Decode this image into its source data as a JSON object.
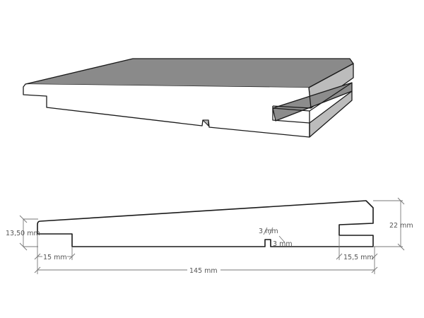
{
  "diagram": {
    "type": "technical drawing",
    "subject": "tongue-and-groove wooden board profile",
    "views": [
      "3d-perspective",
      "cross-section"
    ],
    "colors": {
      "outline": "#1a1a1a",
      "top_face": "#8a8a8a",
      "bevel_face": "#b9b9b9",
      "groove_floor": "#8c8c8c",
      "dimension_line": "#777777",
      "dimension_text": "#555555",
      "background": "#ffffff"
    }
  },
  "dimensions": {
    "tongue_height": "13,50 mm",
    "tongue_length": "15 mm",
    "total_width": "145 mm",
    "total_thickness": "22 mm",
    "groove_depth": "15,5 mm",
    "notch_width": "3 mm",
    "notch_height": "3 mm"
  }
}
